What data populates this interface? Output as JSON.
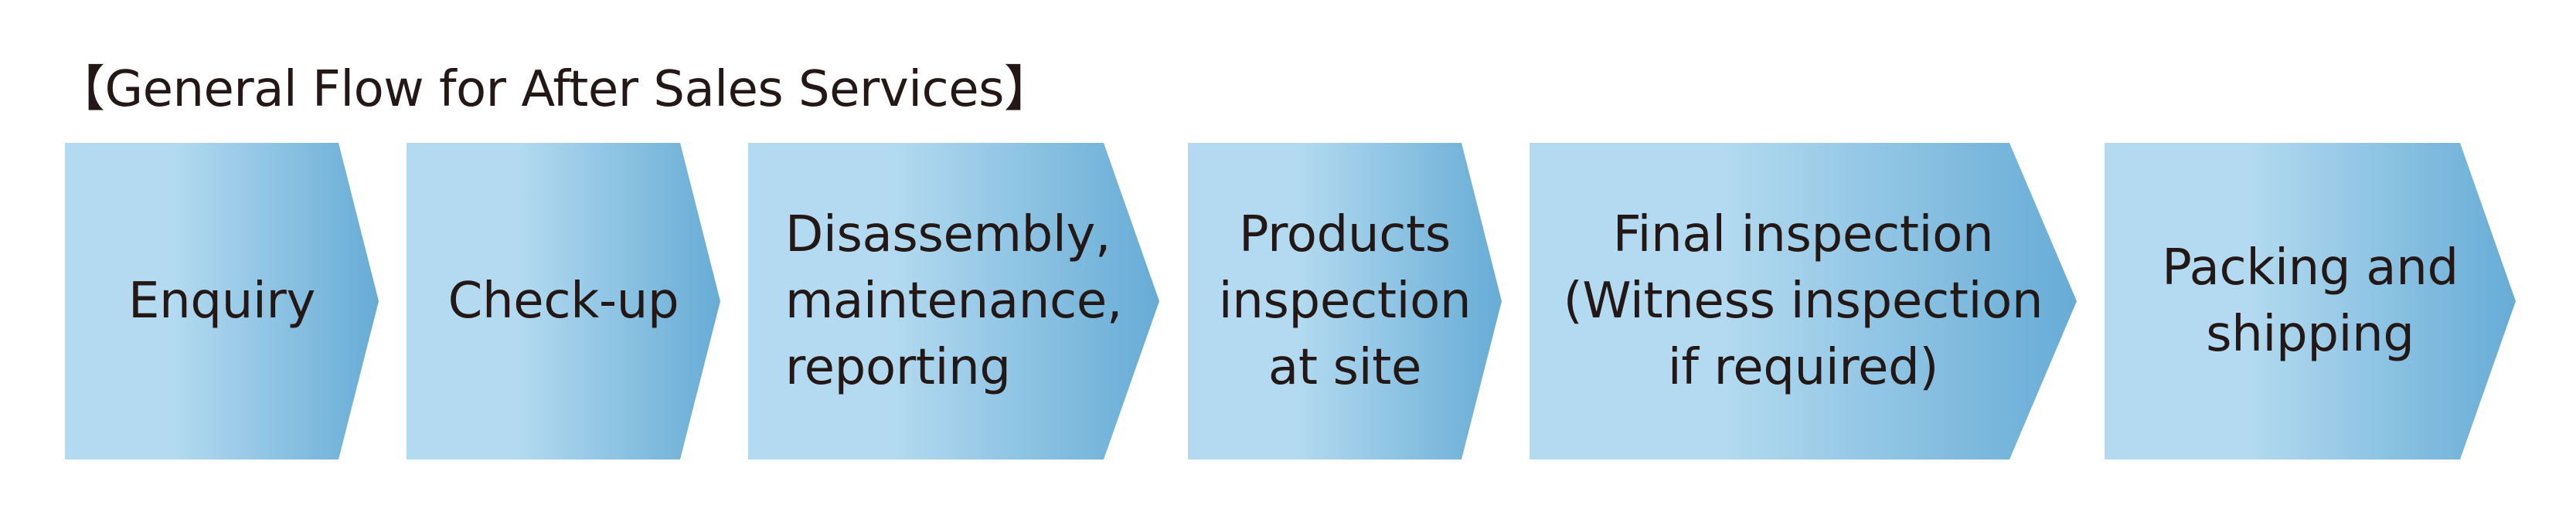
{
  "title": "【General Flow for After Sales Services】",
  "colors": {
    "arrow_light": "#b3daf0",
    "arrow_dark": "#67acd6",
    "text": "#231815",
    "background": "#ffffff"
  },
  "steps": [
    {
      "id": "enquiry",
      "label": "Enquiry",
      "align": "center"
    },
    {
      "id": "check-up",
      "label": "Check-up",
      "align": "center"
    },
    {
      "id": "disassembly",
      "label": "Disassembly,\nmaintenance,\nreporting",
      "align": "left"
    },
    {
      "id": "products-inspection",
      "label": "Products\ninspection\nat site",
      "align": "center"
    },
    {
      "id": "final-inspection",
      "label": "Final inspection\n(Witness inspection\nif required)",
      "align": "center"
    },
    {
      "id": "packing-shipping",
      "label": "Packing and\nshipping",
      "align": "center"
    }
  ]
}
